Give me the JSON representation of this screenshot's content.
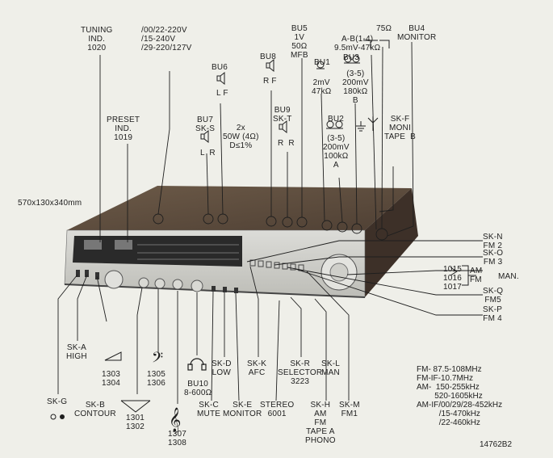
{
  "figure_ref": "14762B2",
  "dimensions": "570x130x340mm",
  "top_labels": {
    "tuning": "TUNING\nIND.\n1020",
    "voltage": "/00/22-220V\n/15-240V\n/29-220/127V",
    "preset": "PRESET\nIND.\n1019",
    "bu7": "BU7\nSK-S",
    "bu7_sub": "L  R",
    "bu6": "BU6",
    "bu6_sub": "L F",
    "power": "2x\n50W (4Ω)\nD≤1%",
    "bu8": "BU8",
    "bu8_sub": "R F",
    "bu9": "BU9\nSK-T",
    "bu9_sub": "R  R",
    "bu5": "BU5\n1V\n50Ω\nMFB",
    "bu1": "BU1",
    "bu1_sub": "2mV\n47kΩ",
    "bu2": "BU2",
    "bu2_sub": "(3-5)\n200mV\n100kΩ\nA",
    "antenna_ab": "A-B(1-4)\n9.5mV-47kΩ",
    "bu3": "BU3",
    "bu3_sub": "(3-5)\n200mV\n180kΩ\nB",
    "ohm75": "75Ω",
    "bu4": "BU4\nMONITOR",
    "skf": "SK-F\nMONI\nTAPE  B"
  },
  "right_labels": {
    "skn": "SK-N\nFM 2",
    "sko": "SK-O\nFM 3",
    "man_codes": "1015\n1016\n1017",
    "am_fm": "AM\nFM",
    "man": "MAN.",
    "skq": "SK-Q\nFM5",
    "skp": "SK-P\nFM 4"
  },
  "bottom_labels": {
    "skg": "SK-G",
    "ska": "SK-A\nHIGH",
    "sk1303": "1303\n1304",
    "sk1301": "1301\n1302",
    "skb": "SK-B\nCONTOUR",
    "sk1305": "1305\n1306",
    "sk1307": "1307\n1308",
    "bu10": "BU10\n8-600Ω",
    "skc": "SK-C\nMUTE",
    "skd": "SK-D\nLOW",
    "ske": "SK-E\nMONITOR",
    "skk": "SK-K\nAFC",
    "stereo": "STEREO\n6001",
    "skr": "SK-R\nSELECTOR\n3223",
    "skl": "SK-L\nMAN",
    "skh": "SK-H\nAM\nFM\nTAPE A\nPHONO",
    "skm": "SK-M\nFM1"
  },
  "specs": [
    "FM- 87.5-108MHz",
    "FM-IF-10.7MHz",
    "AM-  150-255kHz",
    "        520-1605kHz",
    "AM-IF/00/29/28-452kHz",
    "          /15-470kHz",
    "          /22-460kHz"
  ]
}
